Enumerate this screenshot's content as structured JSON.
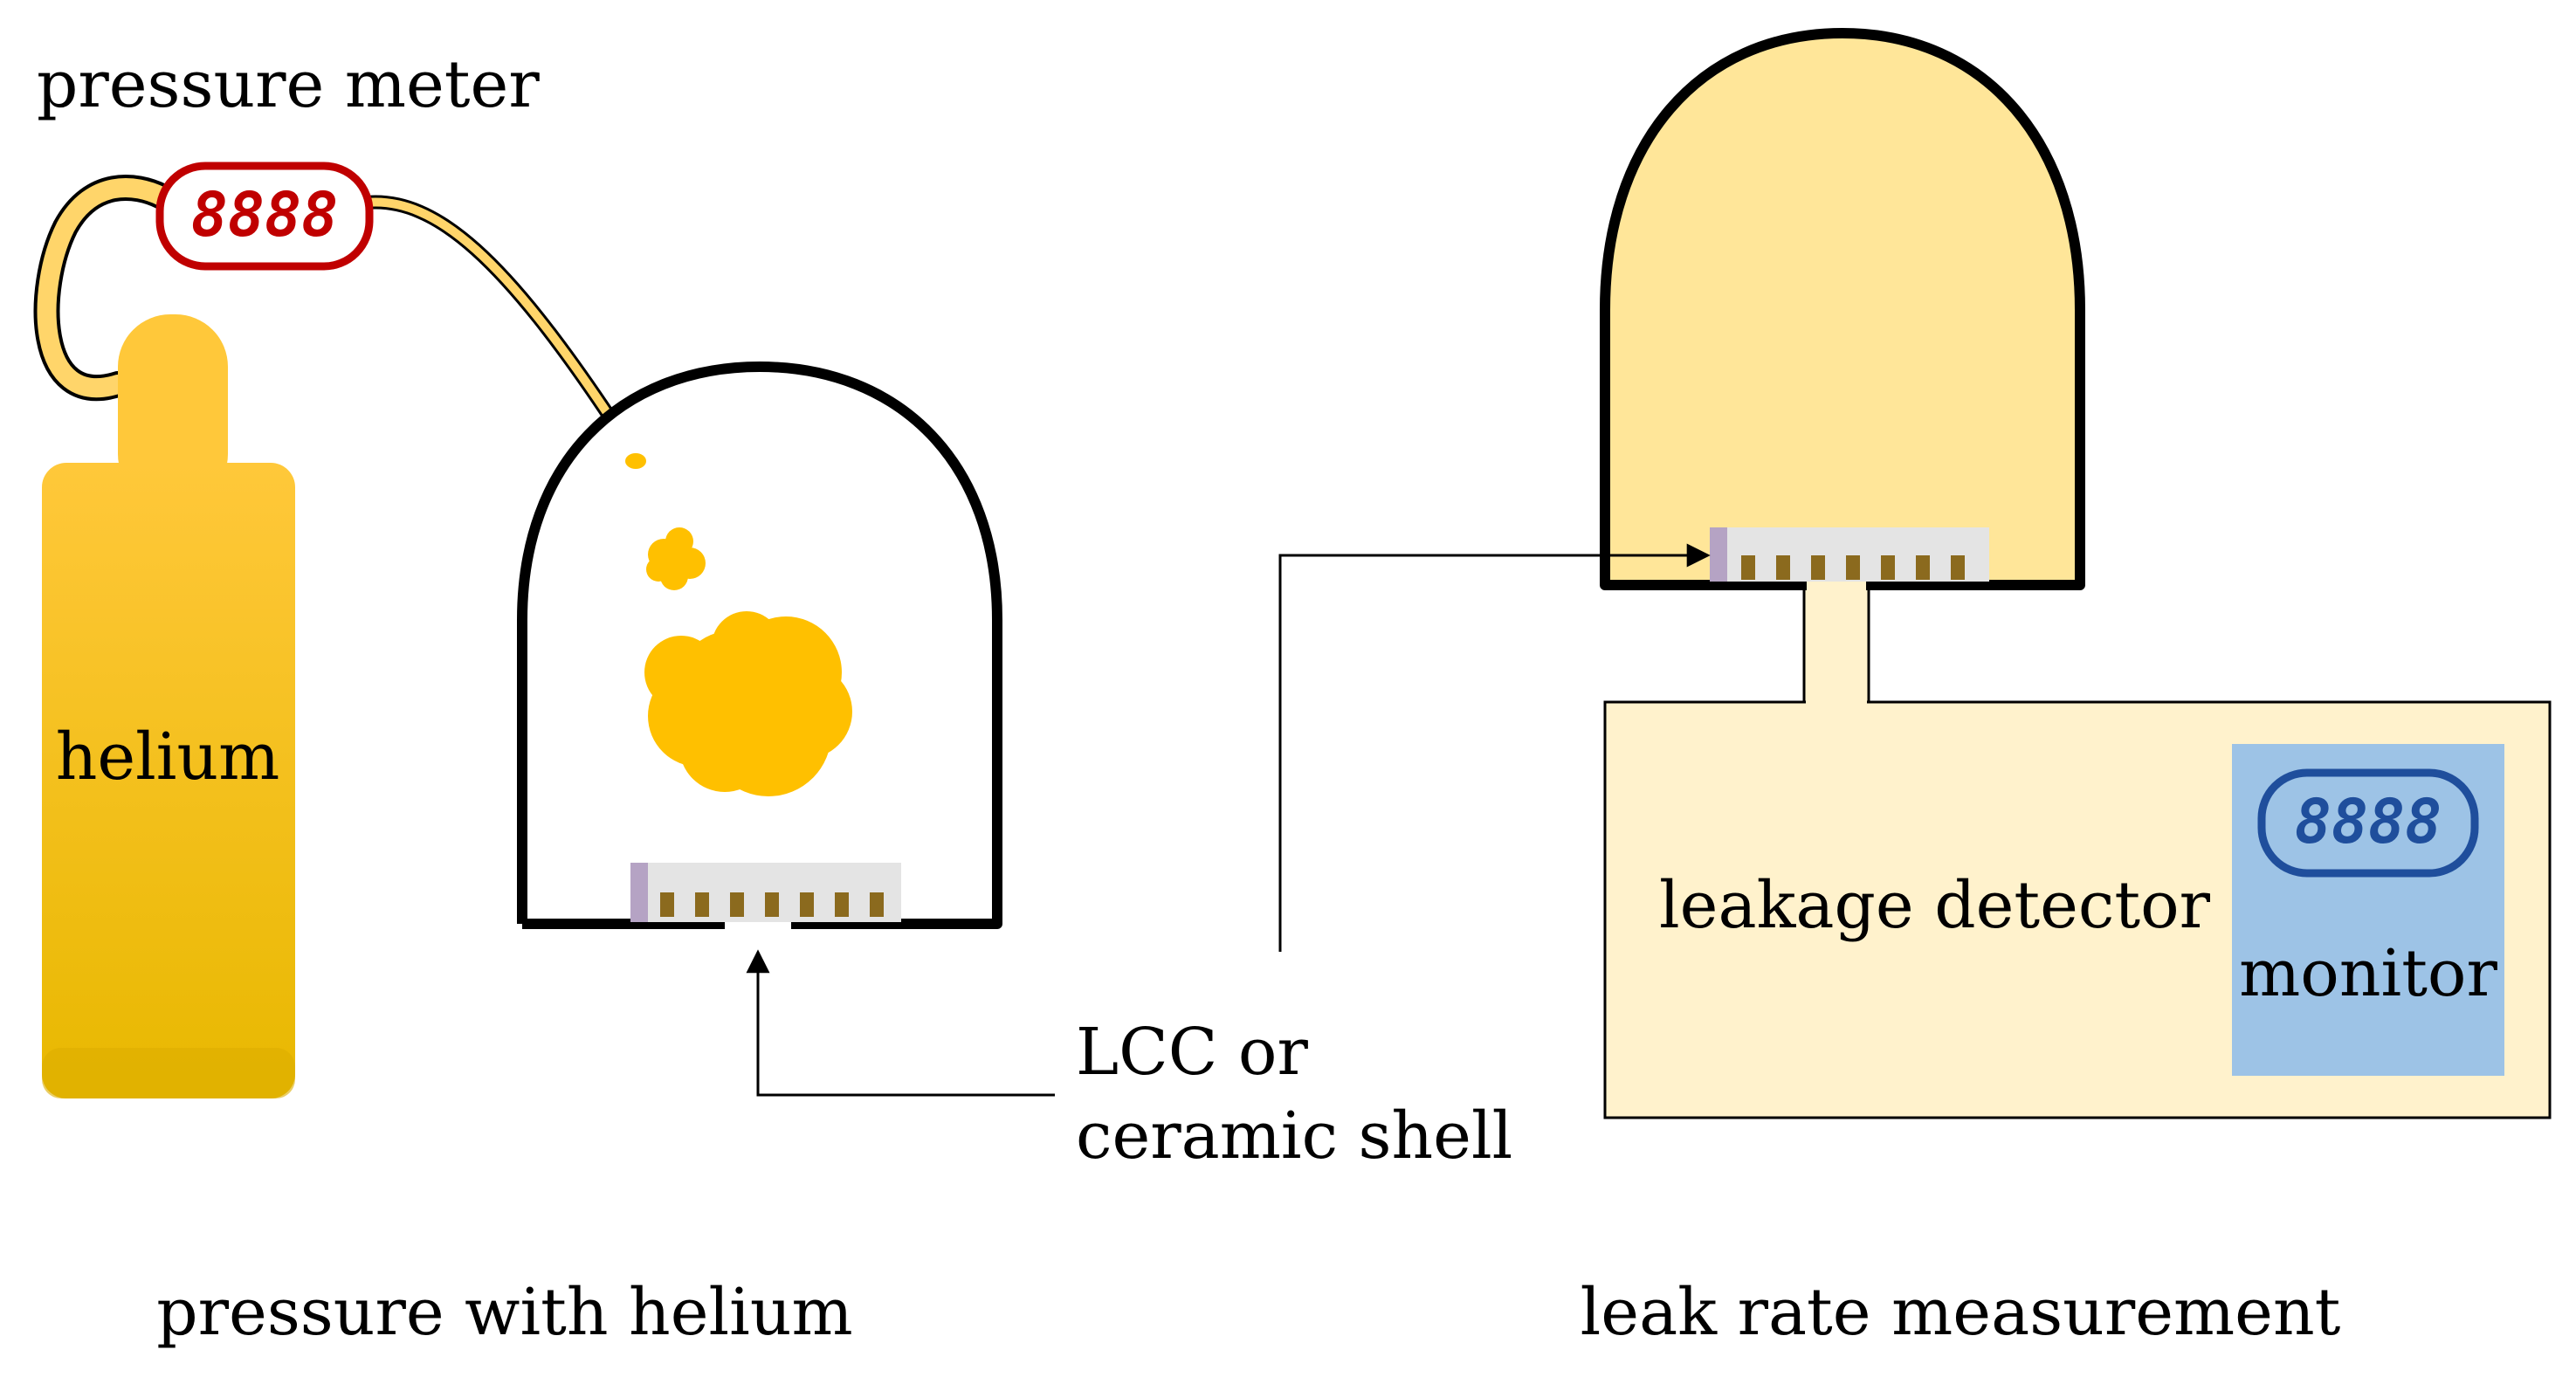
{
  "labels": {
    "pressure_meter": "pressure meter",
    "helium": "helium",
    "lcc_line1": "LCC or",
    "lcc_line2": "ceramic shell",
    "pressure_with_helium": "pressure with helium",
    "leakage_detector": "leakage detector",
    "monitor": "monitor",
    "leak_rate_measurement": "leak rate measurement"
  },
  "meter_display": {
    "digits": "8888"
  },
  "monitor_display": {
    "digits": "8888"
  },
  "colors": {
    "helium_cylinder_top": "#ffc83a",
    "helium_cylinder_bottom": "#e8b800",
    "hose": "#ffd56a",
    "gas_cloud": "#ffc000",
    "meter_red": "#c00000",
    "chamber_fill": "#ffe699",
    "detector_fill": "#fff2cc",
    "monitor_fill": "#9dc3e6",
    "monitor_display": "#1f4e9c",
    "pins": "#8b6a1e",
    "package_body": "#e4e4e4",
    "package_tab": "#b5a3c4"
  }
}
